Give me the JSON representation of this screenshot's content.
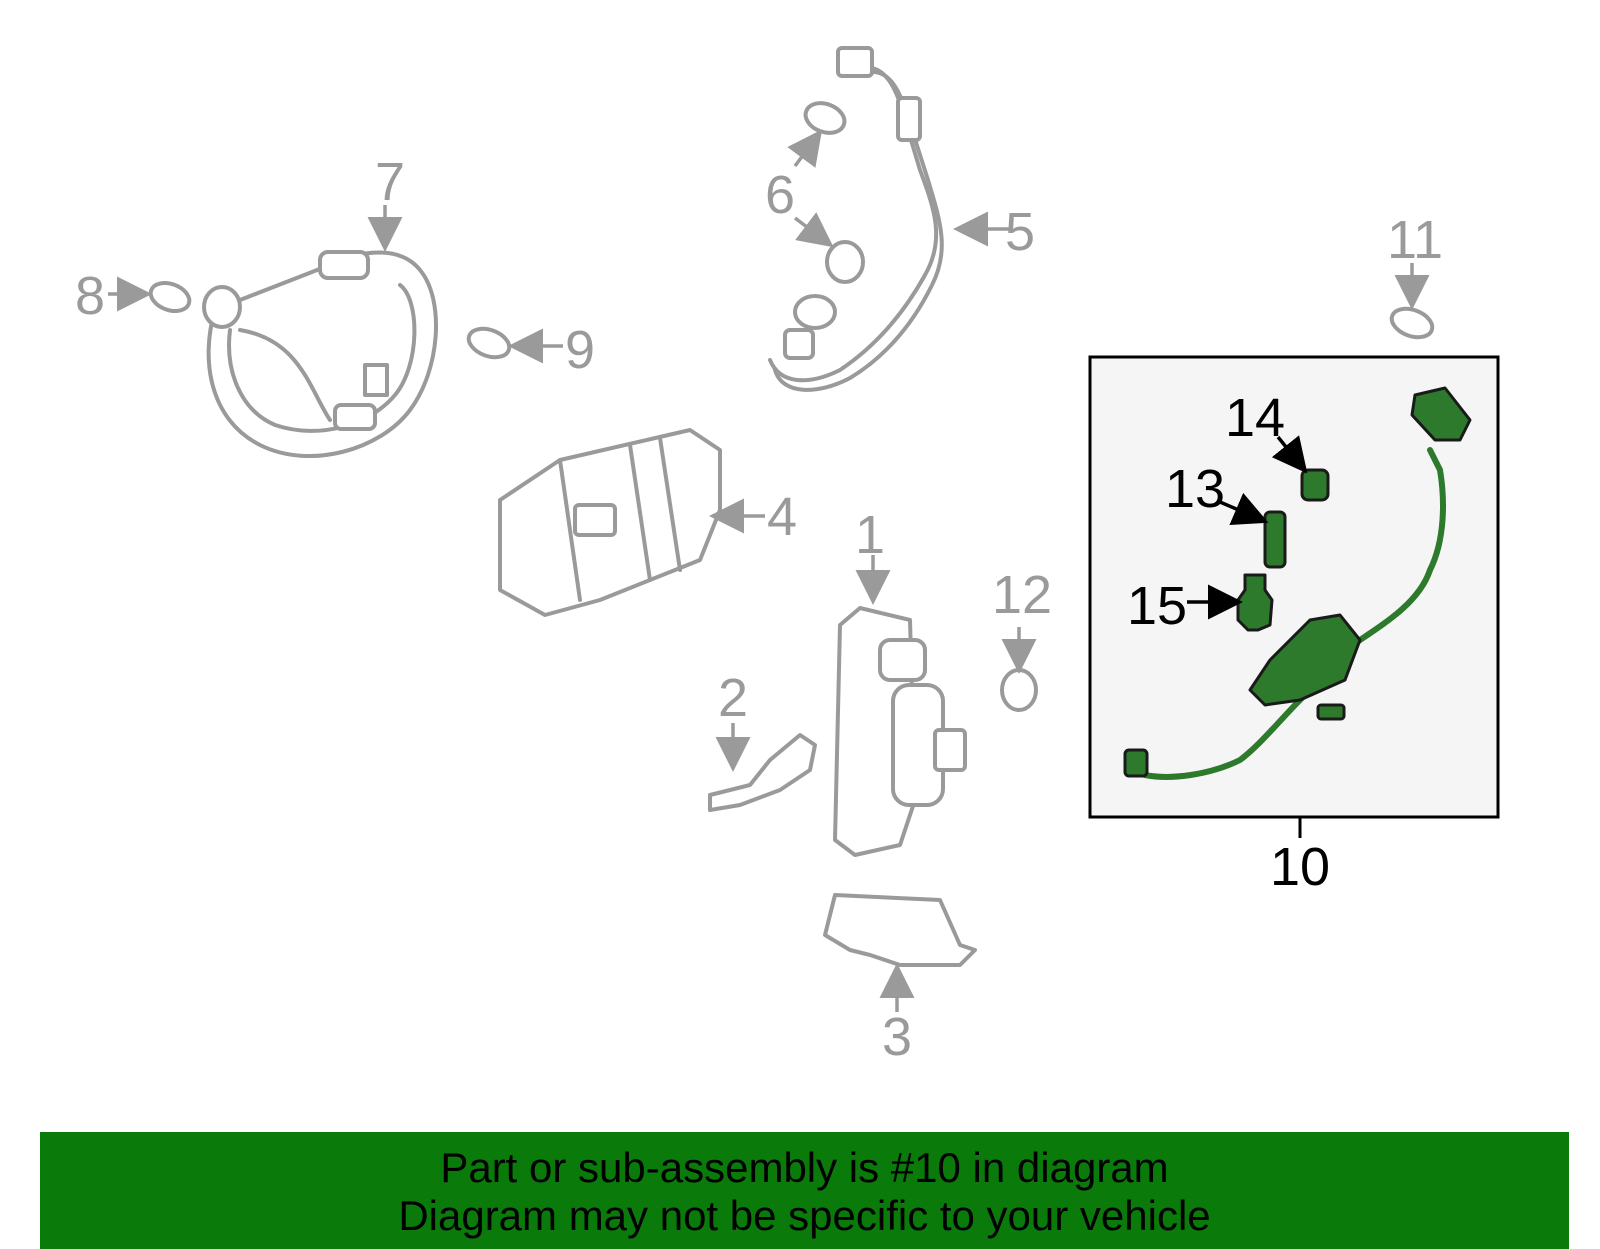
{
  "callouts": {
    "c1": "1",
    "c2": "2",
    "c3": "3",
    "c4": "4",
    "c5": "5",
    "c6": "6",
    "c7": "7",
    "c8": "8",
    "c9": "9",
    "c10": "10",
    "c11": "11",
    "c12": "12",
    "c13": "13",
    "c14": "14",
    "c15": "15"
  },
  "banner": {
    "line1": "Part or sub-assembly is #10 in diagram",
    "line2": "Diagram may not be specific to your vehicle"
  },
  "colors": {
    "highlight_part": "#2d7a2d",
    "banner_bg": "#0a7a0a",
    "line_grey": "#9a9a9a",
    "inset_bg": "#f5f5f5"
  }
}
